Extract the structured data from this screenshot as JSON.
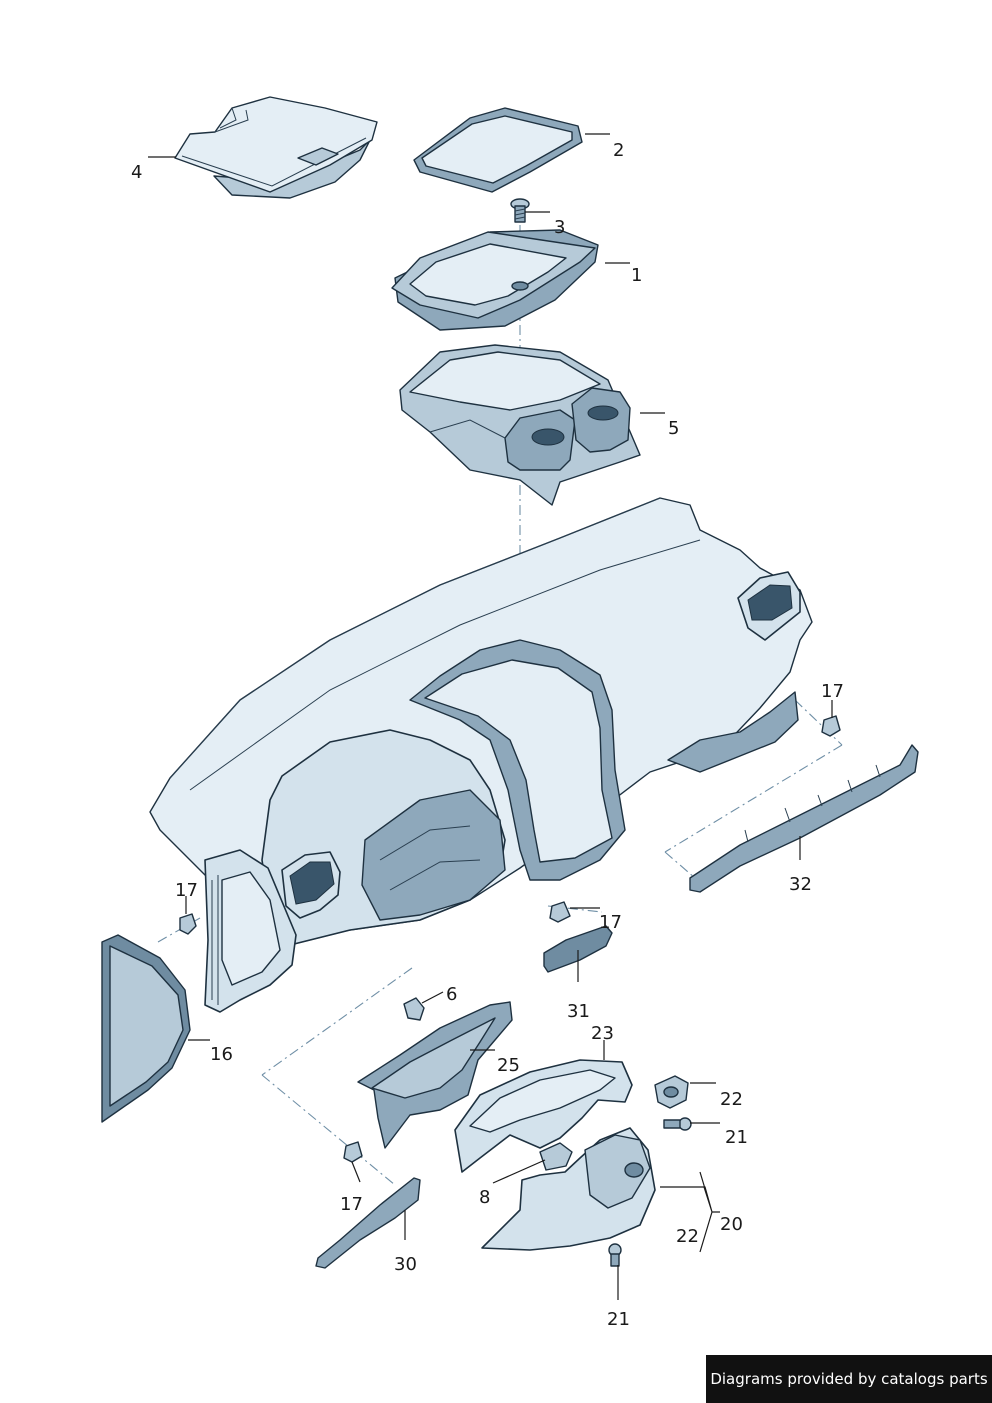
{
  "callouts": [
    {
      "label": "1"
    },
    {
      "label": "2"
    },
    {
      "label": "3"
    },
    {
      "label": "4"
    },
    {
      "label": "5"
    },
    {
      "label": "6"
    },
    {
      "label": "8"
    },
    {
      "label": "16"
    },
    {
      "label": "17"
    },
    {
      "label": "17"
    },
    {
      "label": "17"
    },
    {
      "label": "17"
    },
    {
      "label": "20"
    },
    {
      "label": "21"
    },
    {
      "label": "21"
    },
    {
      "label": "22"
    },
    {
      "label": "22"
    },
    {
      "label": "23"
    },
    {
      "label": "25"
    },
    {
      "label": "30"
    },
    {
      "label": "31"
    },
    {
      "label": "32"
    }
  ],
  "credit": "Diagrams provided by catalogs parts"
}
